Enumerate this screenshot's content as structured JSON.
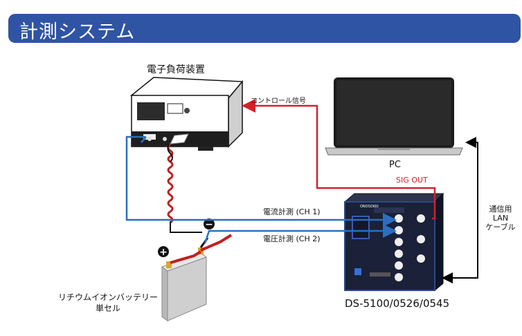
{
  "title": "計測システム",
  "labels": {
    "load": "電子負荷装置",
    "control": "コントロール信号",
    "pc": "PC",
    "sig_out": "SIG OUT",
    "current": "電流計測 (CH 1)",
    "voltage": "電圧計測 (CH 2)",
    "lan_line1": "通信用",
    "lan_line2": "LAN",
    "lan_line3": "ケーブル",
    "battery_line1": "リチウムイオンバッテリー",
    "battery_line2": "単セル",
    "device": "DS-5100/0526/0545",
    "plus": "+",
    "minus": "−",
    "device_brand": "ONOSOKKI"
  },
  "colors": {
    "banner": "#2f54a3",
    "control_red": "#d4202a",
    "measure_blue": "#2a6fc0",
    "device_navy": "#1a2138"
  }
}
